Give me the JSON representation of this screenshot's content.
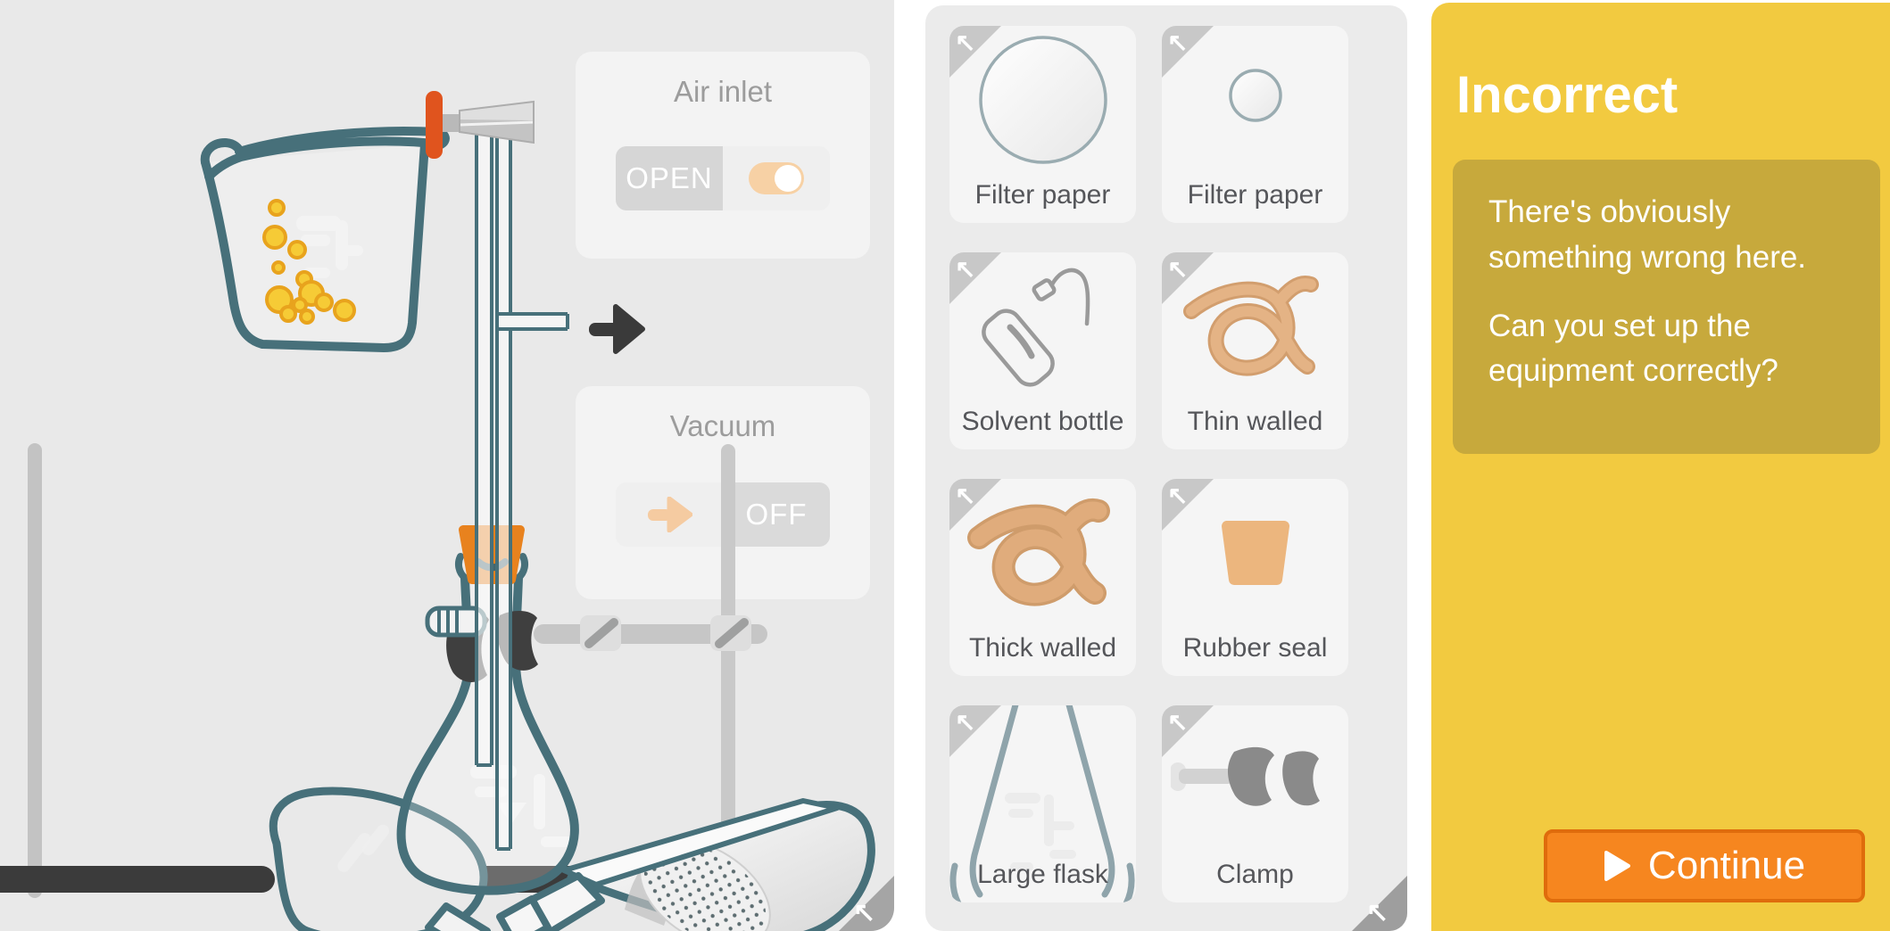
{
  "apparatus_panel": {
    "air_inlet": {
      "title": "Air inlet",
      "state_label": "OPEN",
      "toggle_state": "on"
    },
    "vacuum": {
      "title": "Vacuum",
      "state_label": "OFF"
    },
    "expand_arrow_glyph": "↖"
  },
  "equipment_panel": {
    "items": [
      {
        "label": "Filter paper",
        "icon": "filter-paper-large-icon"
      },
      {
        "label": "Filter paper",
        "icon": "filter-paper-small-icon"
      },
      {
        "label": "Solvent bottle",
        "icon": "solvent-bottle-icon"
      },
      {
        "label": "Thin walled",
        "icon": "thin-walled-tubing-icon"
      },
      {
        "label": "Thick walled",
        "icon": "thick-walled-tubing-icon"
      },
      {
        "label": "Rubber seal",
        "icon": "rubber-seal-icon"
      },
      {
        "label": "Large flask",
        "icon": "large-flask-icon"
      },
      {
        "label": "Clamp",
        "icon": "clamp-icon"
      }
    ],
    "drag_arrow_glyph": "↖"
  },
  "feedback_panel": {
    "title": "Incorrect",
    "message_line1": "There's obviously something wrong here.",
    "message_line2": "Can you set up the equipment correctly?",
    "continue_label": "Continue"
  },
  "colors": {
    "panel_yellow": "#f2ca40",
    "message_box_yellow": "#c7a93c",
    "continue_orange": "#f6861f",
    "continue_border": "#df6c0c",
    "glass_teal": "#47707a",
    "tubing_tan": "#e4b385",
    "rubber_orange": "#e8821e",
    "stopcock_orange": "#e0541e",
    "bubble_yellow": "#f6cb36",
    "bench_dark": "#3b3b3b",
    "toggle_track_peach": "#f7d1a5"
  }
}
